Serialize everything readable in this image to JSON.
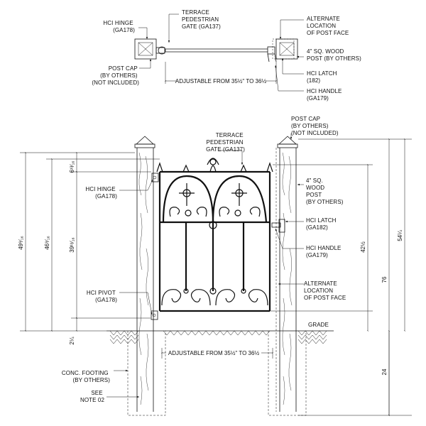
{
  "plan_view": {
    "hinge_label": [
      "HCI HINGE",
      "(GA178)"
    ],
    "gate_label": [
      "TERRACE",
      "PEDESTRIAN",
      "GATE (GA137)"
    ],
    "alt_post_label": [
      "ALTERNATE",
      "LOCATION",
      "OF POST FACE"
    ],
    "wood_post_label": [
      "4\" SQ. WOOD",
      "POST (BY OTHERS)"
    ],
    "post_cap_label": [
      "POST CAP",
      "(BY OTHERS)",
      "(NOT INCLUDED)"
    ],
    "latch_label": [
      "HCI LATCH",
      "(182)"
    ],
    "handle_label": [
      "HCI HANDLE",
      "(GA179)"
    ],
    "adjustable_dim": "ADJUSTABLE FROM 35½\" TO 36½"
  },
  "elevation": {
    "post_cap_label": [
      "POST CAP",
      "(BY OTHERS)",
      "(NOT INCLUDED)"
    ],
    "gate_label": [
      "TERRACE",
      "PEDESTRIAN",
      "GATE (GA137)"
    ],
    "wood_post_label": [
      "4\" SQ.",
      "WOOD",
      "POST",
      "(BY OTHERS)"
    ],
    "hinge_label": [
      "HCI HINGE",
      "(GA178)"
    ],
    "latch_label": [
      "HCI LATCH",
      "(GA182)"
    ],
    "handle_label": [
      "HCI HANDLE",
      "(GA179)"
    ],
    "pivot_label": [
      "HCI PIVOT",
      "(GA178)"
    ],
    "alt_post_label": [
      "ALTERNATE",
      "LOCATION",
      "OF POST FACE"
    ],
    "grade_label": "GRADE",
    "footing_label": [
      "CONC. FOOTING",
      "(BY OTHERS)"
    ],
    "note_label": [
      "SEE",
      "NOTE 02"
    ],
    "adjustable_dim": "ADJUSTABLE FROM 35½\" TO 36½",
    "dims": {
      "top_offset": "6¹³⁄₁₆",
      "overall_left_1": "49⁹⁄₁₆",
      "overall_left_2": "46⁹⁄₁₆",
      "gate_height": "39¹¹⁄₁₆",
      "grade_gap": "2¼",
      "gate_right": "42½",
      "post_above_grade": "54¼",
      "post_total": "76",
      "post_below_grade": "24"
    }
  }
}
